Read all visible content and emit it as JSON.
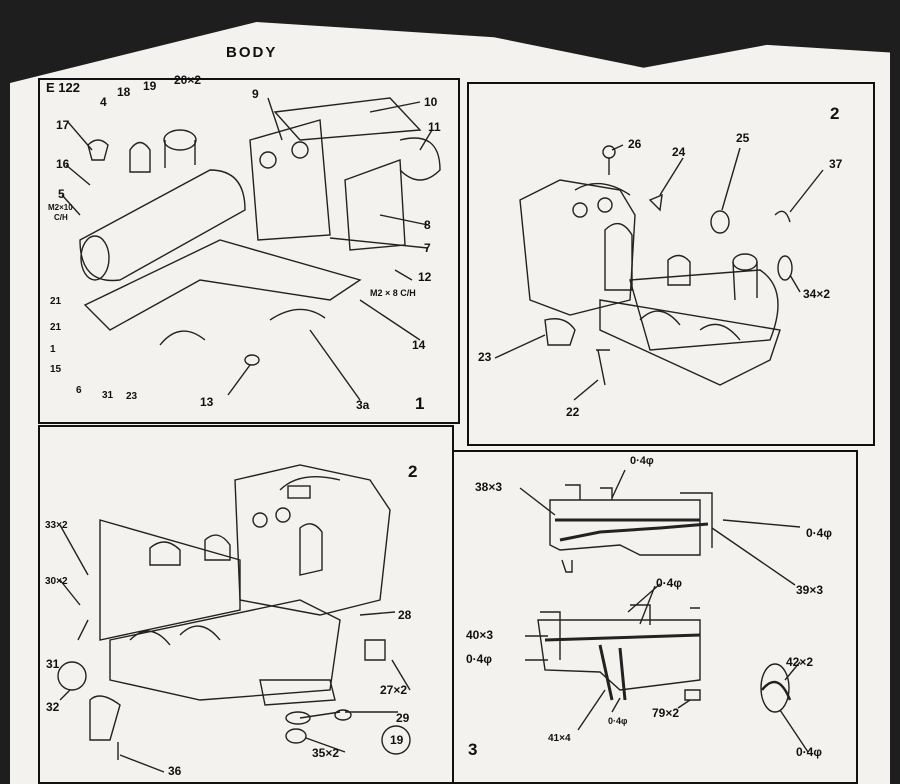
{
  "document": {
    "title": "BODY",
    "code": "E 122"
  },
  "panels": {
    "p1": {
      "step": "1",
      "labels": [
        "20×2",
        "19",
        "18",
        "4",
        "17",
        "16",
        "5",
        "M2×10",
        "C/H",
        "9",
        "10",
        "11",
        "8",
        "7",
        "12",
        "M2 × 8 C/H",
        "21",
        "21",
        "1",
        "15",
        "6",
        "31",
        "23",
        "13",
        "14",
        "3a"
      ]
    },
    "p2a": {
      "step": "2",
      "labels": [
        "26",
        "24",
        "25",
        "37",
        "34×2",
        "23",
        "22"
      ]
    },
    "p2b": {
      "step": "2",
      "labels": [
        "33×2",
        "30×2",
        "31",
        "32",
        "28",
        "27×2",
        "29",
        "35×2",
        "19",
        "36"
      ]
    },
    "p3": {
      "step": "3",
      "labels": [
        "38×3",
        "0·4φ",
        "0·4φ",
        "39×3",
        "40×3",
        "0·4φ",
        "0·4φ",
        "41×4",
        "0·4φ",
        "79×2",
        "42×2",
        "0·4φ"
      ]
    }
  }
}
